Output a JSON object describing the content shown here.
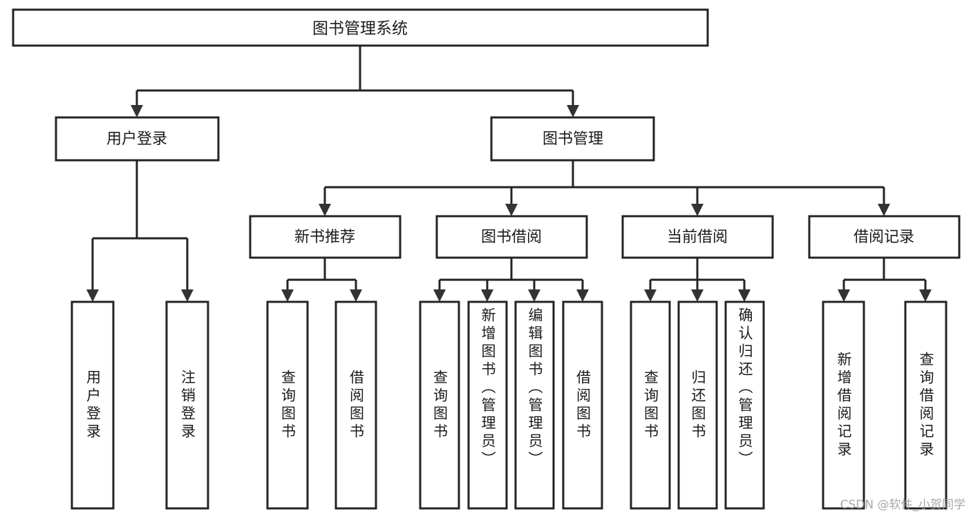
{
  "diagram": {
    "type": "tree-hierarchy",
    "title": "图书管理系统",
    "orientation": "top-down",
    "colors": {
      "box_stroke": "#232323",
      "box_fill": "#ffffff",
      "connector": "#232323",
      "text": "#1b1b1b",
      "watermark": "#9a9a9a",
      "background": "#ffffff"
    },
    "root": {
      "label": "图书管理系统"
    },
    "level2": [
      {
        "label": "用户登录"
      },
      {
        "label": "图书管理"
      }
    ],
    "level3": [
      {
        "label": "新书推荐"
      },
      {
        "label": "图书借阅"
      },
      {
        "label": "当前借阅"
      },
      {
        "label": "借阅记录"
      }
    ],
    "leaves": {
      "user_login": [
        {
          "label": "用户登录"
        },
        {
          "label": "注销登录"
        }
      ],
      "new_book_recommend": [
        {
          "label": "查询图书"
        },
        {
          "label": "借阅图书"
        }
      ],
      "book_borrow": [
        {
          "label": "查询图书"
        },
        {
          "label": "新增图书（管理员）"
        },
        {
          "label": "编辑图书（管理员）"
        },
        {
          "label": "借阅图书"
        }
      ],
      "current_borrow": [
        {
          "label": "查询图书"
        },
        {
          "label": "归还图书"
        },
        {
          "label": "确认归还（管理员）"
        }
      ],
      "borrow_record": [
        {
          "label": "新增借阅记录"
        },
        {
          "label": "查询借阅记录"
        }
      ]
    }
  },
  "watermark": {
    "text": "CSDN @软件_小贺同学"
  }
}
